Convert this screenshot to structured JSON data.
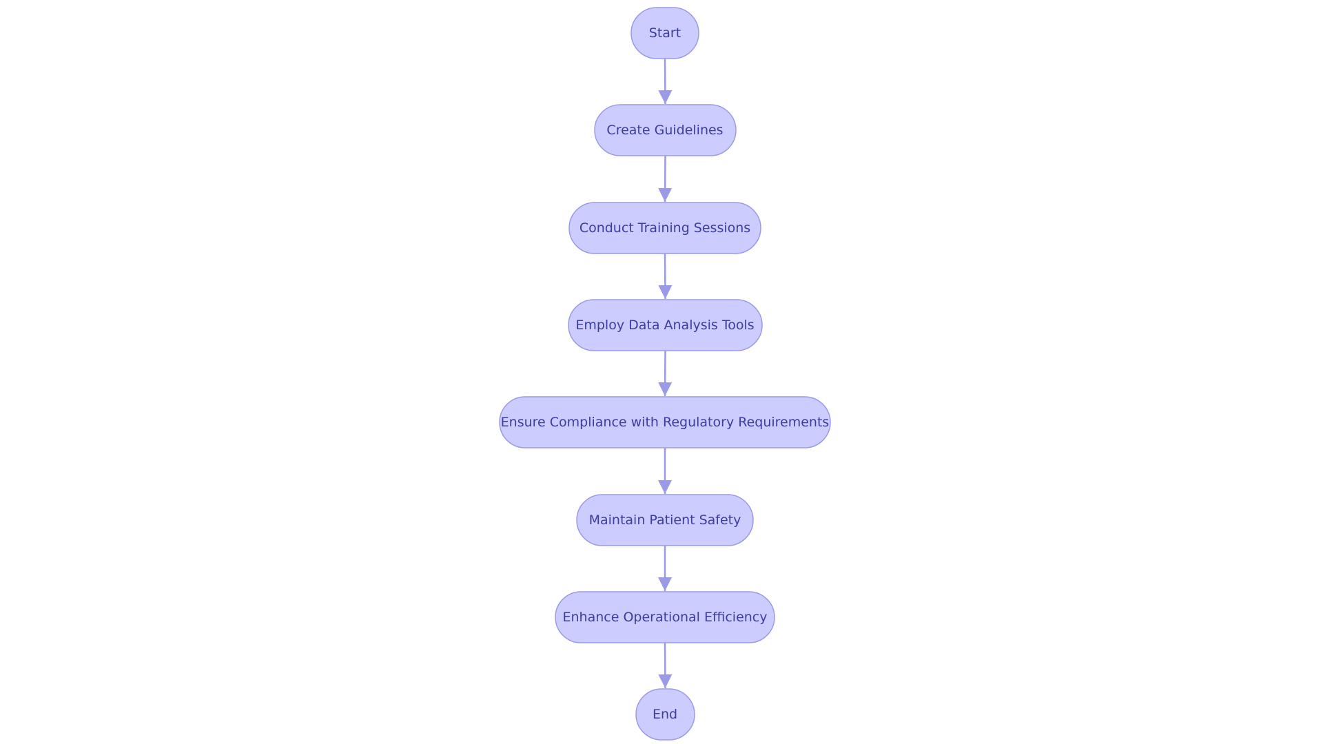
{
  "diagram": {
    "nodes": [
      {
        "id": "start",
        "label": "Start"
      },
      {
        "id": "create-guidelines",
        "label": "Create Guidelines"
      },
      {
        "id": "conduct-training-sessions",
        "label": "Conduct Training Sessions"
      },
      {
        "id": "employ-data-analysis-tools",
        "label": "Employ Data Analysis Tools"
      },
      {
        "id": "ensure-compliance",
        "label": "Ensure Compliance with Regulatory Requirements"
      },
      {
        "id": "maintain-patient-safety",
        "label": "Maintain Patient Safety"
      },
      {
        "id": "enhance-operational-efficiency",
        "label": "Enhance Operational Efficiency"
      },
      {
        "id": "end",
        "label": "End"
      }
    ],
    "edges": [
      {
        "from": "start",
        "to": "create-guidelines"
      },
      {
        "from": "create-guidelines",
        "to": "conduct-training-sessions"
      },
      {
        "from": "conduct-training-sessions",
        "to": "employ-data-analysis-tools"
      },
      {
        "from": "employ-data-analysis-tools",
        "to": "ensure-compliance"
      },
      {
        "from": "ensure-compliance",
        "to": "maintain-patient-safety"
      },
      {
        "from": "maintain-patient-safety",
        "to": "enhance-operational-efficiency"
      },
      {
        "from": "enhance-operational-efficiency",
        "to": "end"
      }
    ],
    "colors": {
      "node_fill": "#ccccff",
      "node_stroke": "#9a9ae6",
      "edge": "#9a9ae6",
      "text": "#3b3da0"
    }
  }
}
